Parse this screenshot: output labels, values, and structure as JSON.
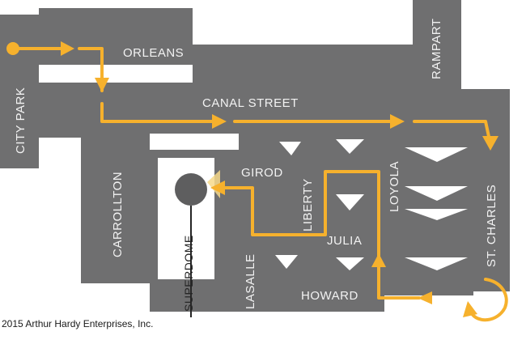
{
  "colors": {
    "block": "#6f6f70",
    "street_gap": "#ffffff",
    "route": "#f6b12d",
    "route_dark": "#e8a21a",
    "label": "#f2f2f2",
    "dome": "#5e5e5f",
    "text_dark": "#1a1a1a"
  },
  "streets": {
    "orleans": "ORLEANS",
    "city_park": "CITY PARK",
    "rampart": "RAMPART",
    "canal": "CANAL STREET",
    "carrollton": "CARROLLTON",
    "girod": "GIROD",
    "liberty": "LIBERTY",
    "loyola": "LOYOLA",
    "st_charles": "ST. CHARLES",
    "julia": "JULIA",
    "lasalle": "LASALLE",
    "howard": "HOWARD"
  },
  "landmark": {
    "superdome": "SUPERDOME",
    "icon": "dome-circle-icon"
  },
  "route": {
    "start_icon": "start-dot-icon",
    "arrow_icon": "arrow-head-icon"
  },
  "copyright": "2015 Arthur Hardy Enterprises, Inc."
}
